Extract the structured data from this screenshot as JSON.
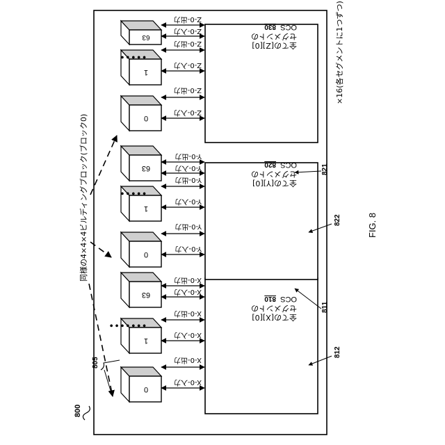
{
  "figure": {
    "caption": "FIG. 8",
    "system_ref": "800",
    "block_ref": "805",
    "same_blocks_note": "同様の4×4×4ビルディングブロック(ブロック0)",
    "multiplier_note": "×16(各セグメントに1つずつ)"
  },
  "colors": {
    "line": "#000000",
    "box_fill": "#ffffff",
    "cube_side": "#cfcfcf",
    "cube_top": "#ffffff"
  },
  "switches": [
    {
      "id": "x",
      "title_line1": "全ての[X][0]",
      "title_line2": "セグメントの",
      "title_line3": "OCS",
      "ref": "810",
      "input_label": "X-0-入力",
      "output_label": "X-0-出力",
      "input_ref": "811",
      "output_ref": "812",
      "units": [
        "0",
        "1",
        "63"
      ]
    },
    {
      "id": "y",
      "title_line1": "全ての[Y][0]",
      "title_line2": "セグメントの",
      "title_line3": "OCS",
      "ref": "820",
      "input_label": "Y-0-入力",
      "output_label": "Y-0-出力",
      "input_ref": "821",
      "output_ref": "822",
      "units": [
        "0",
        "1",
        "63"
      ]
    },
    {
      "id": "z",
      "title_line1": "全ての[Z][0]",
      "title_line2": "セグメントの",
      "title_line3": "OCS",
      "ref": "830",
      "input_label": "Z-0-入力",
      "output_label": "Z-0-出力",
      "units": [
        "0",
        "1",
        "63"
      ]
    }
  ]
}
